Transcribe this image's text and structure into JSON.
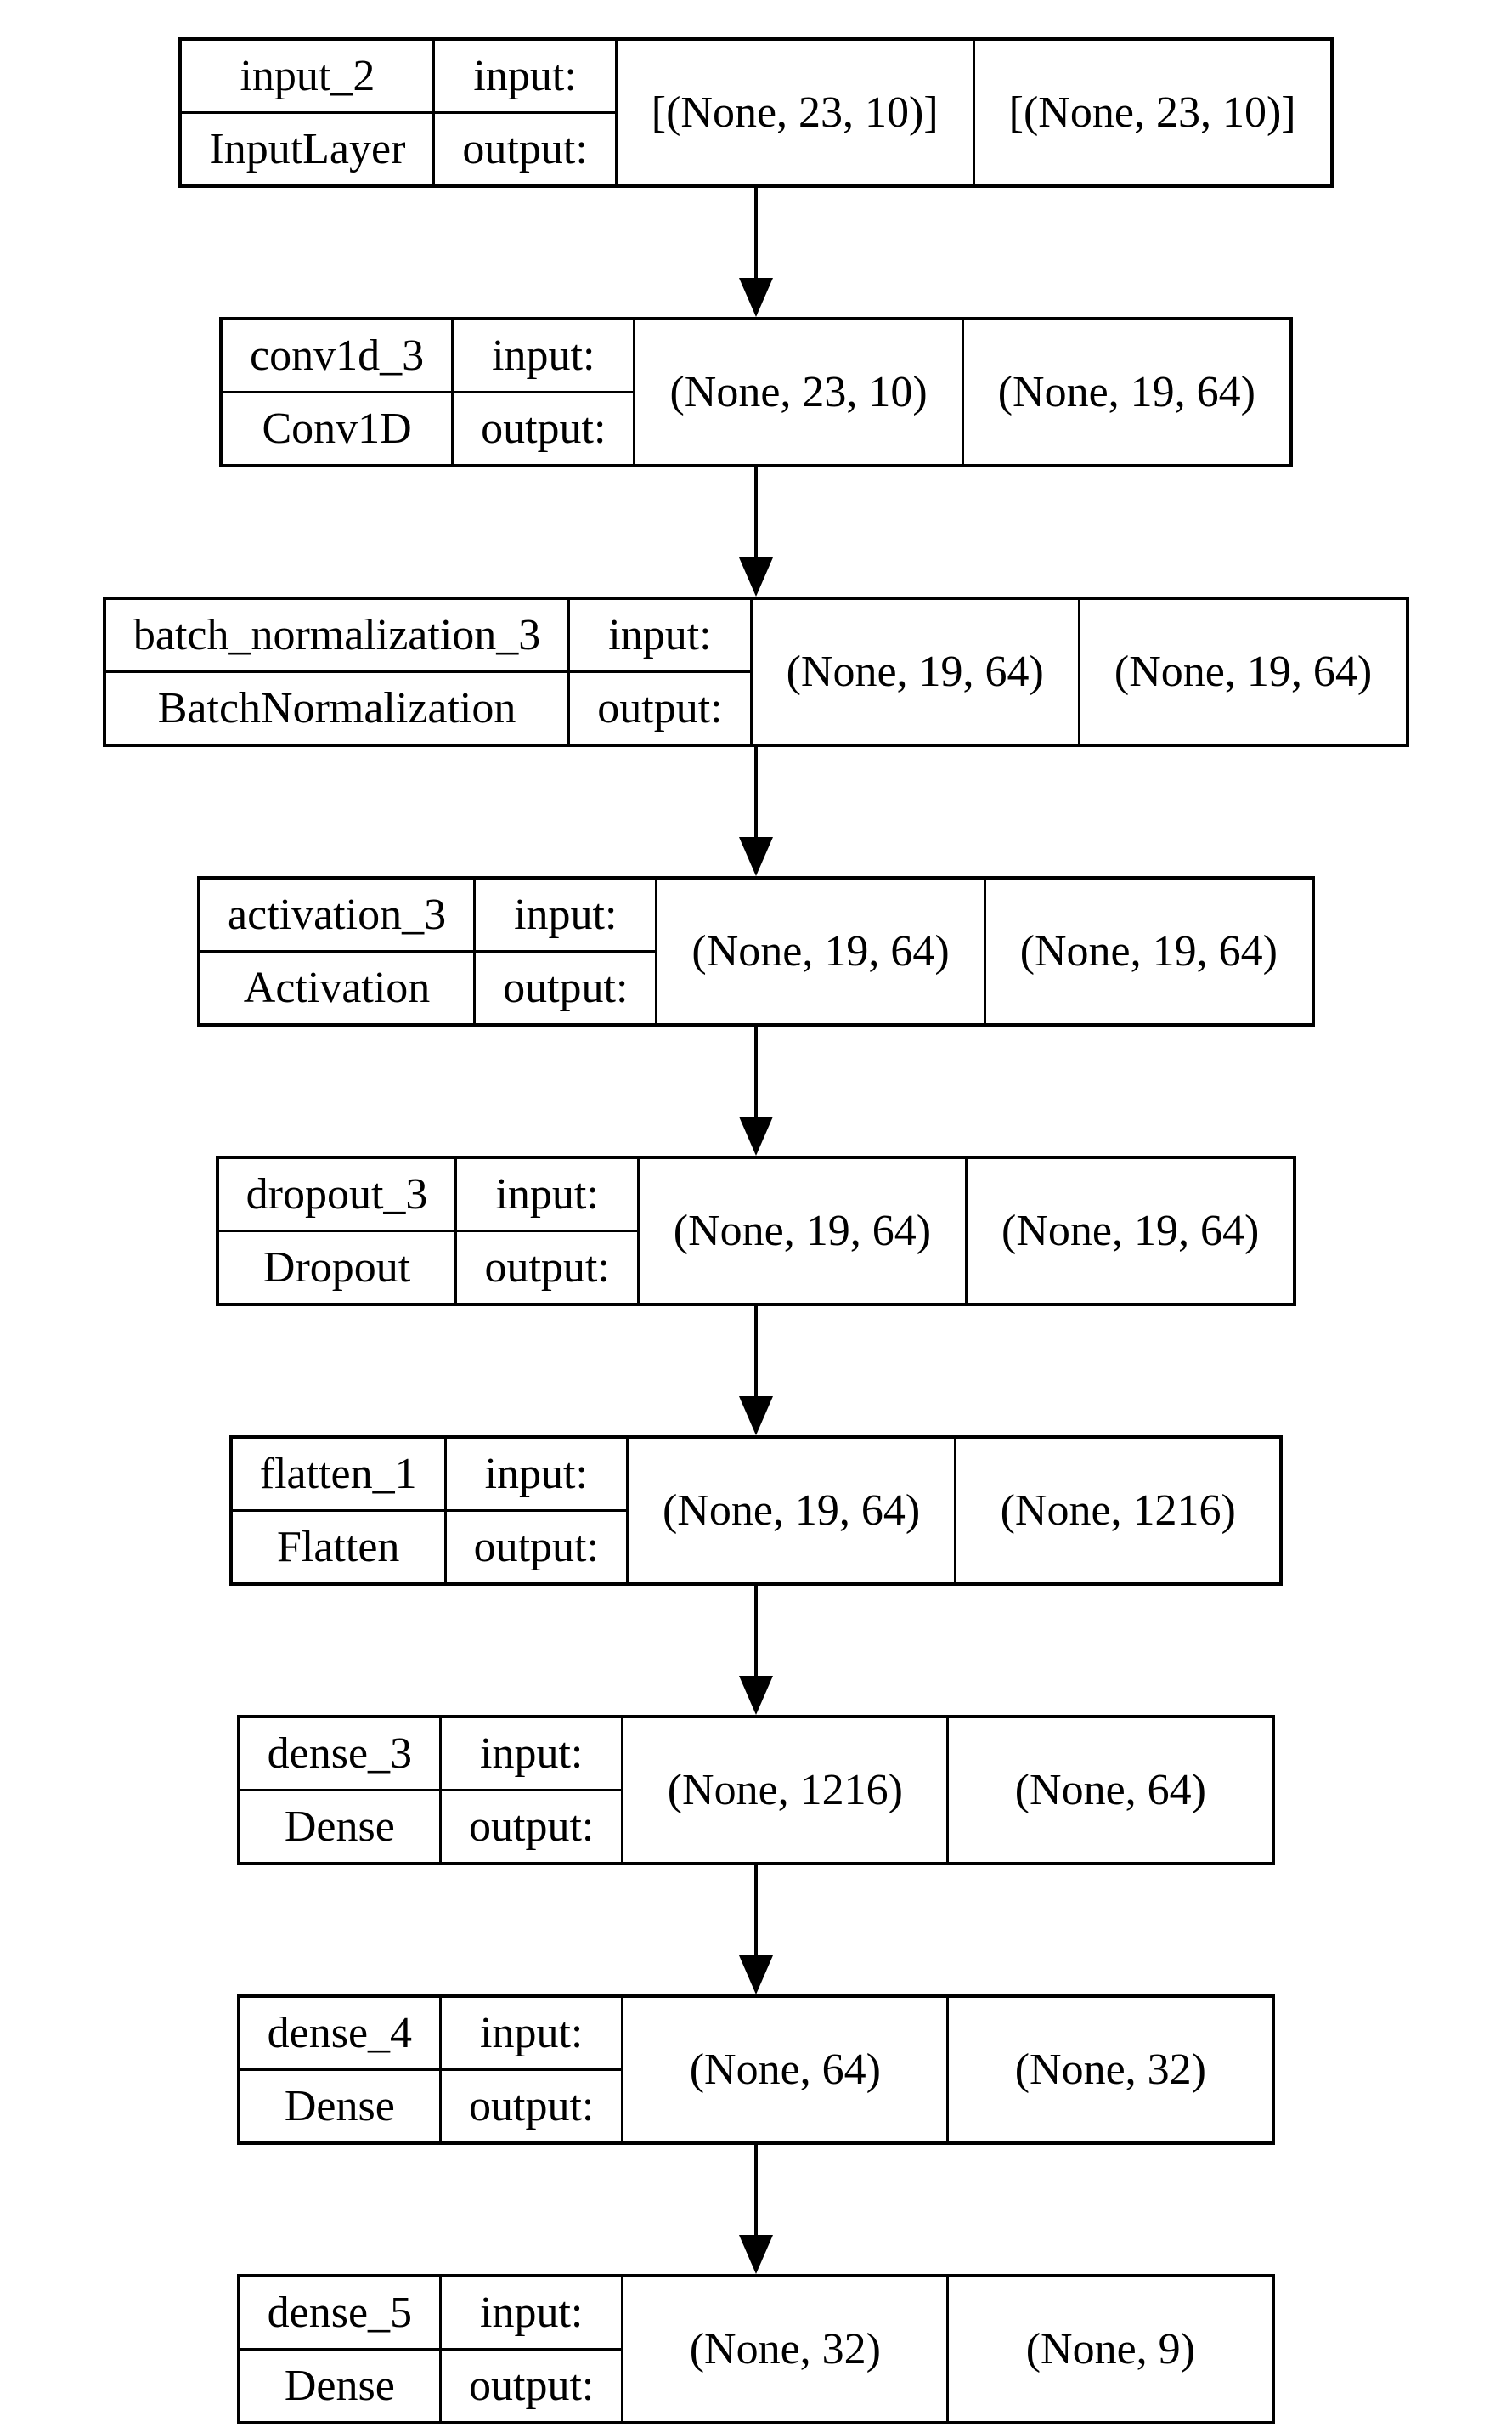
{
  "diagram": {
    "kind": "keras-model-architecture",
    "colors": {
      "background": "#ffffff",
      "border": "#000000",
      "text": "#000000",
      "arrow": "#000000"
    },
    "labels": {
      "input": "input:",
      "output": "output:"
    },
    "nodes": [
      {
        "name": "input_2",
        "type": "InputLayer",
        "input_shape": "[(None, 23, 10)]",
        "output_shape": "[(None, 23, 10)]"
      },
      {
        "name": "conv1d_3",
        "type": "Conv1D",
        "input_shape": "(None, 23, 10)",
        "output_shape": "(None, 19, 64)"
      },
      {
        "name": "batch_normalization_3",
        "type": "BatchNormalization",
        "input_shape": "(None, 19, 64)",
        "output_shape": "(None, 19, 64)"
      },
      {
        "name": "activation_3",
        "type": "Activation",
        "input_shape": "(None, 19, 64)",
        "output_shape": "(None, 19, 64)"
      },
      {
        "name": "dropout_3",
        "type": "Dropout",
        "input_shape": "(None, 19, 64)",
        "output_shape": "(None, 19, 64)"
      },
      {
        "name": "flatten_1",
        "type": "Flatten",
        "input_shape": "(None, 19, 64)",
        "output_shape": "(None, 1216)"
      },
      {
        "name": "dense_3",
        "type": "Dense",
        "input_shape": "(None, 1216)",
        "output_shape": "(None, 64)"
      },
      {
        "name": "dense_4",
        "type": "Dense",
        "input_shape": "(None, 64)",
        "output_shape": "(None, 32)"
      },
      {
        "name": "dense_5",
        "type": "Dense",
        "input_shape": "(None, 32)",
        "output_shape": "(None, 9)"
      }
    ],
    "edges": [
      {
        "from": "input_2",
        "to": "conv1d_3"
      },
      {
        "from": "conv1d_3",
        "to": "batch_normalization_3"
      },
      {
        "from": "batch_normalization_3",
        "to": "activation_3"
      },
      {
        "from": "activation_3",
        "to": "dropout_3"
      },
      {
        "from": "dropout_3",
        "to": "flatten_1"
      },
      {
        "from": "flatten_1",
        "to": "dense_3"
      },
      {
        "from": "dense_3",
        "to": "dense_4"
      },
      {
        "from": "dense_4",
        "to": "dense_5"
      }
    ]
  }
}
